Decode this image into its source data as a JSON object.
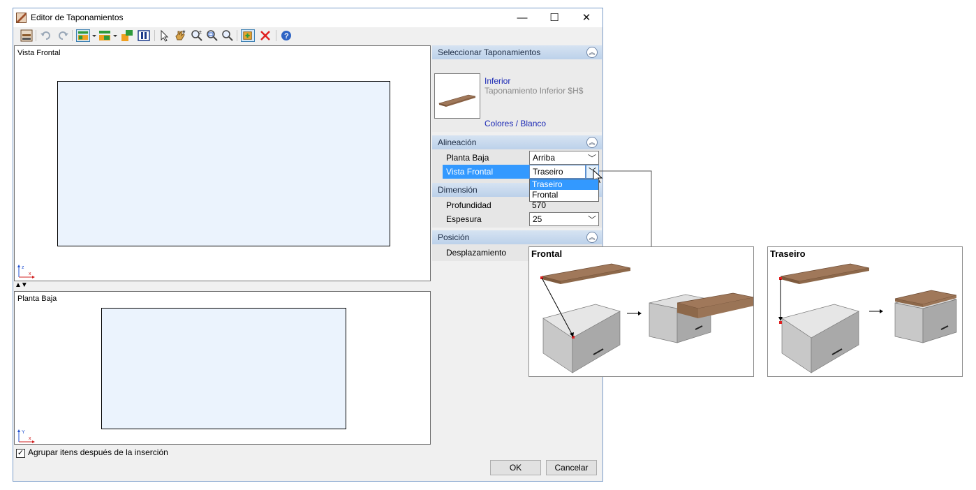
{
  "window": {
    "title": "Editor de Taponamientos",
    "minimize": "—",
    "maximize": "☐",
    "close": "✕"
  },
  "toolbar": {
    "icons": [
      "editor-icon",
      "undo-icon",
      "redo-icon",
      "layout-icon",
      "layout-dropdown-icon",
      "layer-icon",
      "layer-dropdown-icon",
      "shape-icon",
      "columns-icon",
      "cursor-icon",
      "hand-icon",
      "zoom-extents-icon",
      "zoom-window-icon",
      "zoom-icon",
      "insert-icon",
      "delete-icon",
      "help-icon"
    ]
  },
  "views": {
    "front": {
      "label": "Vista Frontal",
      "axis_v": "z",
      "axis_h": "x"
    },
    "plan": {
      "label": "Planta Baja",
      "axis_v": "Y",
      "axis_h": "x"
    },
    "splitter": "▲▼"
  },
  "select_section": {
    "title": "Seleccionar Taponamientos",
    "item_name": "Inferior",
    "item_desc": "Taponamiento Inferior $H$",
    "item_color": "Colores / Blanco"
  },
  "alignment": {
    "title": "Alineación",
    "planta_label": "Planta Baja",
    "planta_value": "Arriba",
    "vista_label": "Vista Frontal",
    "vista_value": "Traseiro",
    "dropdown_options": [
      "Traseiro",
      "Frontal"
    ]
  },
  "dimension": {
    "title": "Dimensión",
    "profundidad_label": "Profundidad",
    "profundidad_value": "570",
    "espesura_label": "Espesura",
    "espesura_value": "25"
  },
  "position": {
    "title": "Posición",
    "desplazamiento_label": "Desplazamiento"
  },
  "footer": {
    "group_checkbox_label": "Agrupar itens después de la inserción",
    "group_checked": "✓",
    "ok_label": "OK",
    "cancel_label": "Cancelar"
  },
  "illustrations": {
    "frontal_title": "Frontal",
    "traseiro_title": "Traseiro"
  },
  "colors": {
    "canvas_fill": "#ebf3fd",
    "section_header": "#c8d9ee",
    "selection": "#3399ff",
    "wood": "#a0785a"
  }
}
